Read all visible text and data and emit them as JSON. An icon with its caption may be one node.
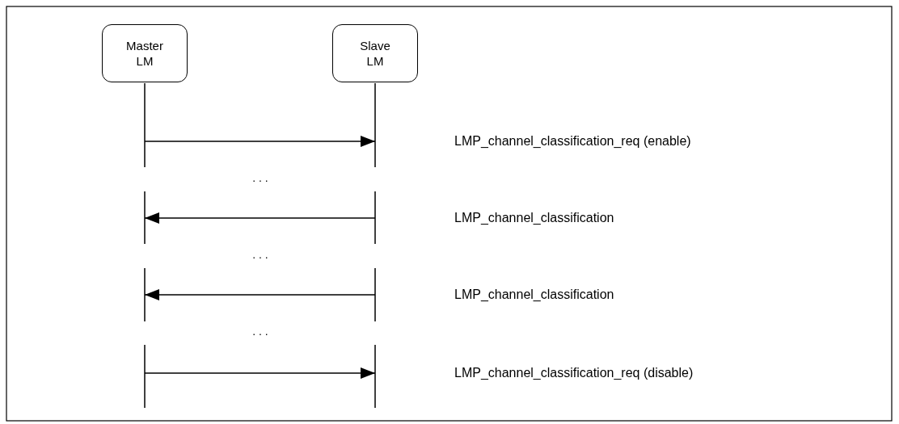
{
  "diagram": {
    "nodes": [
      {
        "text": [
          "Master LM"
        ]
      },
      {
        "text": [
          "Slave LM"
        ]
      }
    ],
    "edges": [
      {
        "from": 0,
        "to": 1,
        "arrow": "to"
      },
      {
        "from": 1,
        "to": 0,
        "arrow": "to"
      },
      {
        "from": 1,
        "to": 0,
        "arrow": "to"
      },
      {
        "from": 0,
        "to": 1,
        "arrow": "to"
      }
    ],
    "labels": [
      "LMP_channel_classification_req (enable)",
      ". . .",
      "LMP_channel_classification",
      ". . .",
      "LMP_channel_classification",
      ". . .",
      "LMP_channel_classification_req (disable)"
    ]
  }
}
